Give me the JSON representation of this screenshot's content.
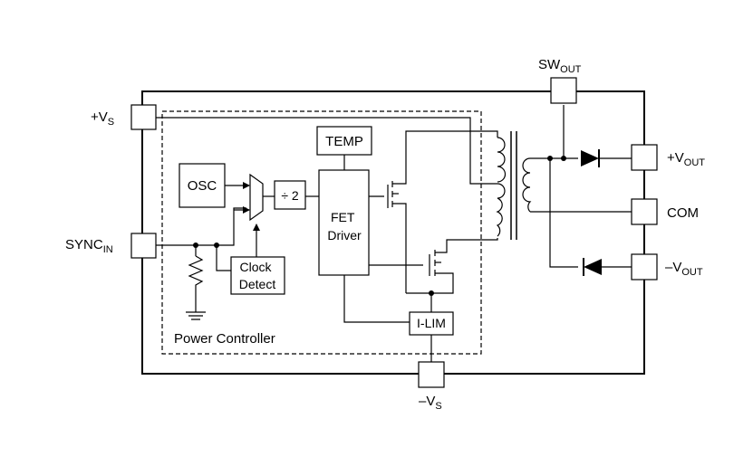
{
  "pins": {
    "vs_pos": {
      "base": "+V",
      "sub": "S"
    },
    "sync": {
      "base": "SYNC",
      "sub": "IN"
    },
    "vs_neg": {
      "base": "–V",
      "sub": "S"
    },
    "sw_out": {
      "base": "SW",
      "sub": "OUT"
    },
    "vout_pos": {
      "base": "+V",
      "sub": "OUT"
    },
    "com": {
      "base": "COM"
    },
    "vout_neg": {
      "base": "–V",
      "sub": "OUT"
    }
  },
  "blocks": {
    "osc": "OSC",
    "div2": "÷ 2",
    "temp": "TEMP",
    "fet_driver": [
      "FET",
      "Driver"
    ],
    "clock_detect": [
      "Clock",
      "Detect"
    ],
    "ilim": "I-LIM"
  },
  "region_label": "Power Controller"
}
